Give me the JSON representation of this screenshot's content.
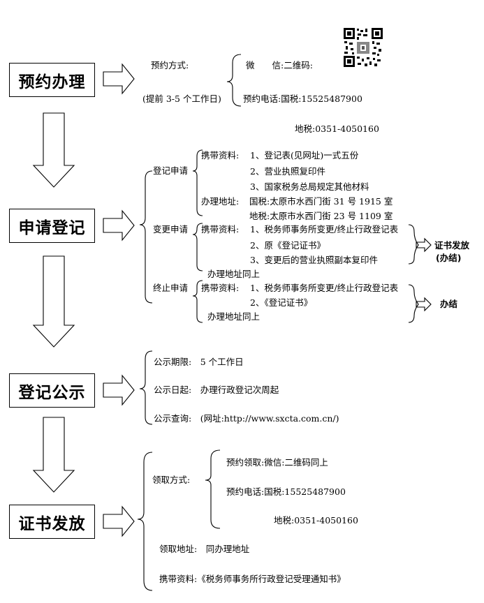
{
  "steps": {
    "s1": "预约办理",
    "s2": "申请登记",
    "s3": "登记公示",
    "s4": "证书发放"
  },
  "reserve": {
    "method_label": "预约方式:",
    "advance_note": "(提前 3-5 个工作日)",
    "wechat_label": "微　　信:二维码:",
    "phone_line": "预约电话:国税:15525487900",
    "local_line": "地税:0351-4050160"
  },
  "apply": {
    "register": {
      "label": "登记申请",
      "bring_label": "携带资料:",
      "items": [
        "1、登记表(见网址)一式五份",
        "2、营业执照复印件",
        "3、国家税务总局规定其他材料"
      ],
      "addr_label": "办理地址:",
      "addr_national": "国税:太原市水西门街 31 号 1915 室",
      "addr_local": "地税:太原市水西门街 23 号 1109 室"
    },
    "change": {
      "label": "变更申请",
      "bring_label": "携带资料:",
      "items": [
        "1、税务师事务所变更/终止行政登记表",
        "2、原《登记证书》",
        "3、变更后的营业执照副本复印件"
      ],
      "addr": "办理地址同上",
      "result_line1": "证书发放",
      "result_line2": "(办结)"
    },
    "terminate": {
      "label": "终止申请",
      "bring_label": "携带资料:",
      "items": [
        "1、税务师事务所变更/终止行政登记表",
        "2、《登记证书》"
      ],
      "addr": "办理地址同上",
      "result": "办结"
    }
  },
  "publicity": {
    "period": "公示期限:　5 个工作日",
    "start": "公示日起:　办理行政登记次周起",
    "query": "公示查询:　(网址:http://www.sxcta.com.cn/)"
  },
  "issue": {
    "method_label": "领取方式:",
    "wechat": "预约领取:微信:二维码同上",
    "phone": "预约电话:国税:15525487900",
    "local": "地税:0351-4050160",
    "addr": "领取地址:　同办理地址",
    "bring": "携带资料:《税务师事务所行政登记受理通知书》"
  }
}
